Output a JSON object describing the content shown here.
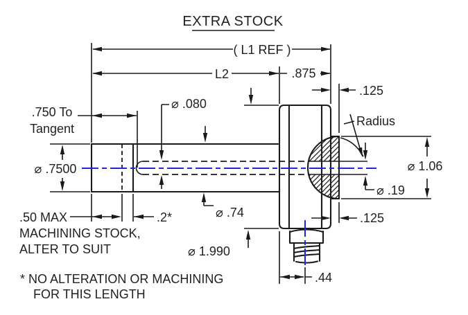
{
  "drawing": {
    "title": "EXTRA STOCK",
    "labels": {
      "l1": "( L1 REF )",
      "l2": "L2",
      "len_875": ".875",
      "off_125_top": ".125",
      "off_125_bottom": ".125",
      "tangent_1": ".750 To",
      "tangent_2": "Tangent",
      "dia_080": "⌀ .080",
      "dia_7500": "⌀ .7500",
      "radius": "Radius",
      "dia_106": "⌀ 1.06",
      "dia_19": "⌀ .19",
      "dia_74": "⌀ .74",
      "dia_1990": "⌀ 1.990",
      "len_44": ".44",
      "stock_1": ".50 MAX",
      "stock_2": "MACHINING STOCK,",
      "stock_3": "ALTER TO SUIT",
      "len_2star": ".2*",
      "note_1": "* NO ALTERATION OR MACHINING",
      "note_2": "FOR THIS LENGTH"
    },
    "colors": {
      "line": "#1a1a1a",
      "centerline": "#2323dd",
      "text": "#1f1f1f",
      "background": "#ffffff"
    }
  }
}
